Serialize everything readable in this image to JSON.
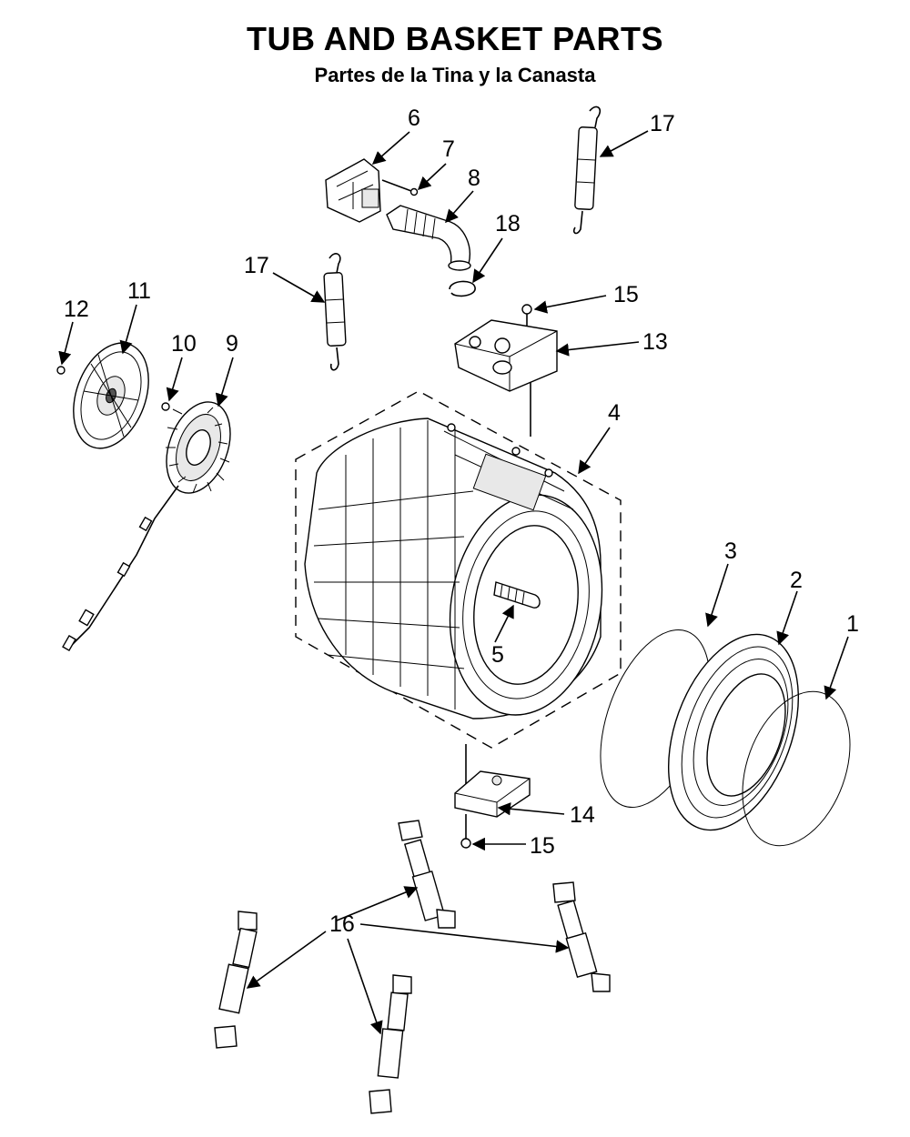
{
  "title": "TUB AND BASKET PARTS",
  "subtitle": "Partes de la Tina y la Canasta",
  "callouts": {
    "c1": "1",
    "c2": "2",
    "c3": "3",
    "c4": "4",
    "c5": "5",
    "c6": "6",
    "c7": "7",
    "c8": "8",
    "c9": "9",
    "c10": "10",
    "c11": "11",
    "c12": "12",
    "c13": "13",
    "c14": "14",
    "c15a": "15",
    "c15b": "15",
    "c16": "16",
    "c17a": "17",
    "c17b": "17",
    "c18": "18"
  }
}
